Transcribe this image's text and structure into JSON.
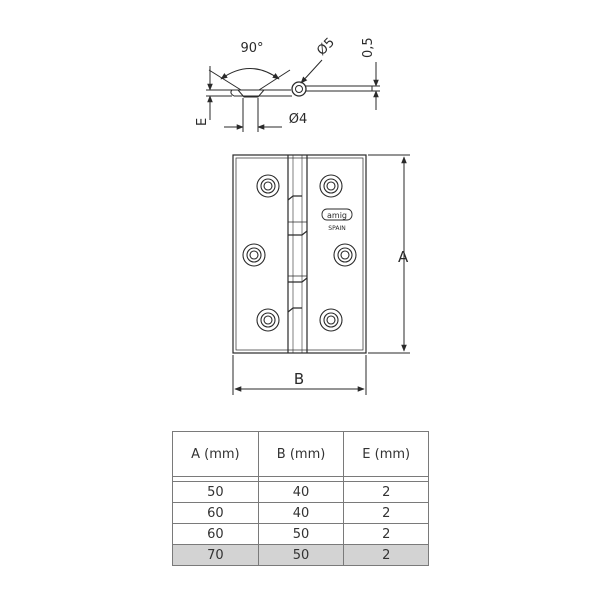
{
  "top_view": {
    "angle_label": "90°",
    "pin_diameter_label": "Ø5",
    "leaf_thickness_label": "0,5",
    "knuckle_label": "Ø4",
    "e_label": "E"
  },
  "front_view": {
    "height_label": "A",
    "width_label": "B",
    "stamp_brand": "amig",
    "stamp_country": "SPAIN"
  },
  "table": {
    "headers": [
      "A (mm)",
      "B (mm)",
      "E (mm)"
    ],
    "rows": [
      [
        "50",
        "40",
        "2"
      ],
      [
        "60",
        "40",
        "2"
      ],
      [
        "60",
        "50",
        "2"
      ],
      [
        "70",
        "50",
        "2"
      ]
    ],
    "highlighted_row": 3
  }
}
